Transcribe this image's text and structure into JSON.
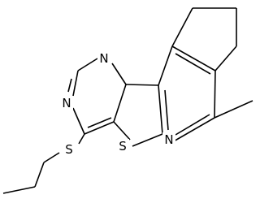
{
  "molecule": {
    "atoms": {
      "N1": "N",
      "N2": "N",
      "N3": "N",
      "S1": "S",
      "S2": "S"
    },
    "colors": {
      "bond": "#000000",
      "label": "#000000",
      "background": "#ffffff"
    }
  }
}
